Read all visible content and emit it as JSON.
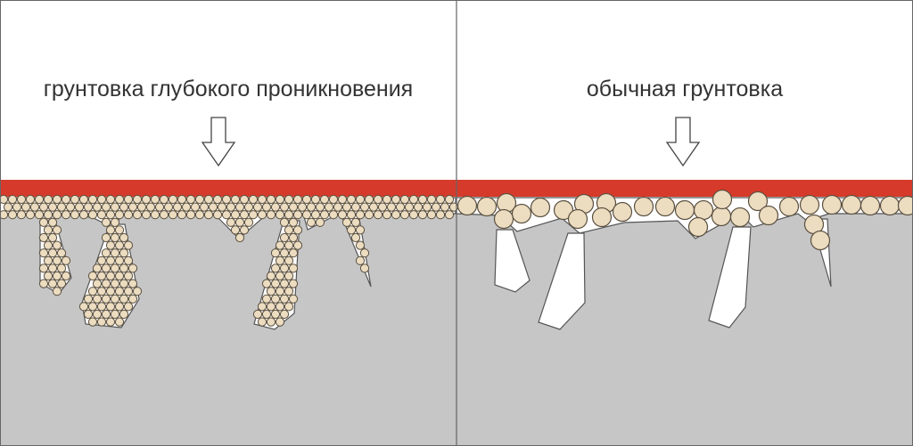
{
  "panels": [
    {
      "label": "грунтовка глубокого проникновения",
      "particles": "fine"
    },
    {
      "label": "обычная грунтовка",
      "particles": "coarse"
    }
  ],
  "colors": {
    "coating": "#d63a2a",
    "substrate": "#c6c6c6",
    "particle": "#ecdcc0",
    "outline": "#5a5040"
  }
}
